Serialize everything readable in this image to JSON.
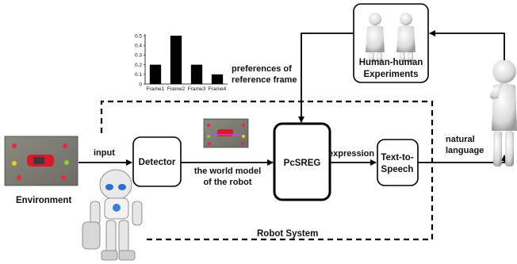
{
  "nodes": {
    "environment": "Environment",
    "detector": "Detector",
    "pcsreg": "PcSREG",
    "tts": [
      "Text-to-",
      "Speech"
    ],
    "human_exp": [
      "Human-human",
      "Experiments"
    ]
  },
  "edges": {
    "input": "input",
    "world_model": [
      "the world model",
      "of the robot"
    ],
    "expression": "expression",
    "natural_language": [
      "natural",
      "language"
    ],
    "preferences": [
      "preferences of",
      "reference frame"
    ]
  },
  "robot_system": "Robot System",
  "chart_data": {
    "type": "bar",
    "categories": [
      "Frame1",
      "Frame2",
      "Frame3",
      "Frame4"
    ],
    "values": [
      0.2,
      0.5,
      0.2,
      0.1
    ],
    "ylim": [
      0,
      0.5
    ],
    "yticks": [
      0,
      0.1,
      0.2,
      0.3,
      0.4,
      0.5
    ],
    "title": "",
    "xlabel": "",
    "ylabel": ""
  },
  "colors": {
    "bar": "#000000",
    "stroke": "#000000"
  }
}
